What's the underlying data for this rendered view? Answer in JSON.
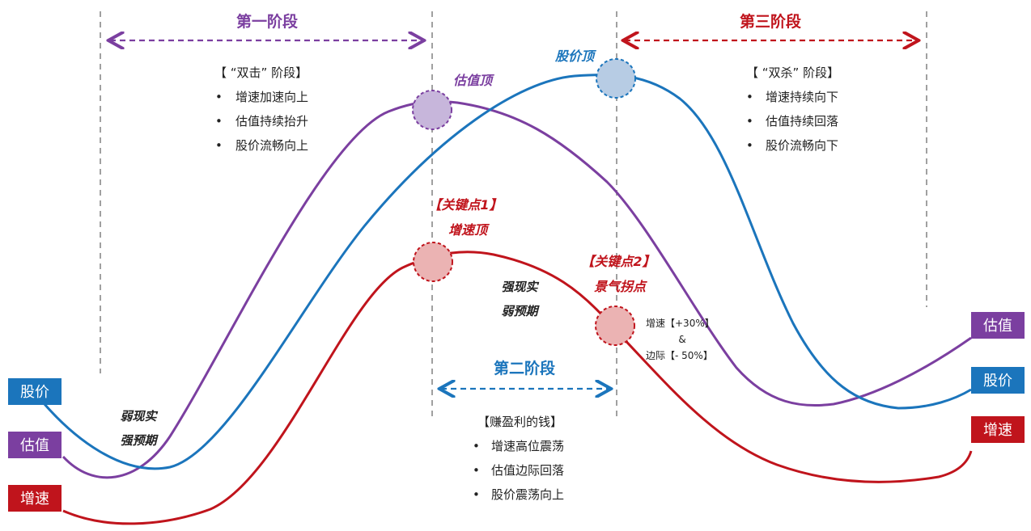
{
  "colors": {
    "purple": "#7B3FA0",
    "blue": "#1B75BC",
    "red": "#C0141C",
    "dark": "#222222",
    "gray_dash": "#A0A0A0"
  },
  "stages": {
    "stage1": {
      "title": "第一阶段",
      "subtitle": "【 “双击” 阶段】",
      "bullets": [
        "增速加速向上",
        "估值持续抬升",
        "股价流畅向上"
      ]
    },
    "stage2": {
      "title": "第二阶段",
      "subtitle": "【赚盈利的钱】",
      "bullets": [
        "增速高位震荡",
        "估值边际回落",
        "股价震荡向上"
      ]
    },
    "stage3": {
      "title": "第三阶段",
      "subtitle": "【 “双杀” 阶段】",
      "bullets": [
        "增速持续向下",
        "估值持续回落",
        "股价流畅向下"
      ]
    }
  },
  "bullet_symbol": "•",
  "annotations": {
    "valuation_top": "估值顶",
    "price_top": "股价顶",
    "key_point_1": "【关键点1】",
    "growth_top": "增速顶",
    "key_point_2": "【关键点2】",
    "boom_inflection": "景气拐点",
    "strong_reality": "强现实",
    "weak_expectation": "弱预期",
    "weak_reality": "弱现实",
    "strong_expectation": "强预期",
    "growth_note_1": "增速【+30%】",
    "growth_note_amp": "&",
    "growth_note_2": "边际【- 50%】"
  },
  "left_labels": {
    "price": "股价",
    "valuation": "估值",
    "growth": "增速"
  },
  "right_labels": {
    "valuation": "估值",
    "price": "股价",
    "growth": "增速"
  }
}
